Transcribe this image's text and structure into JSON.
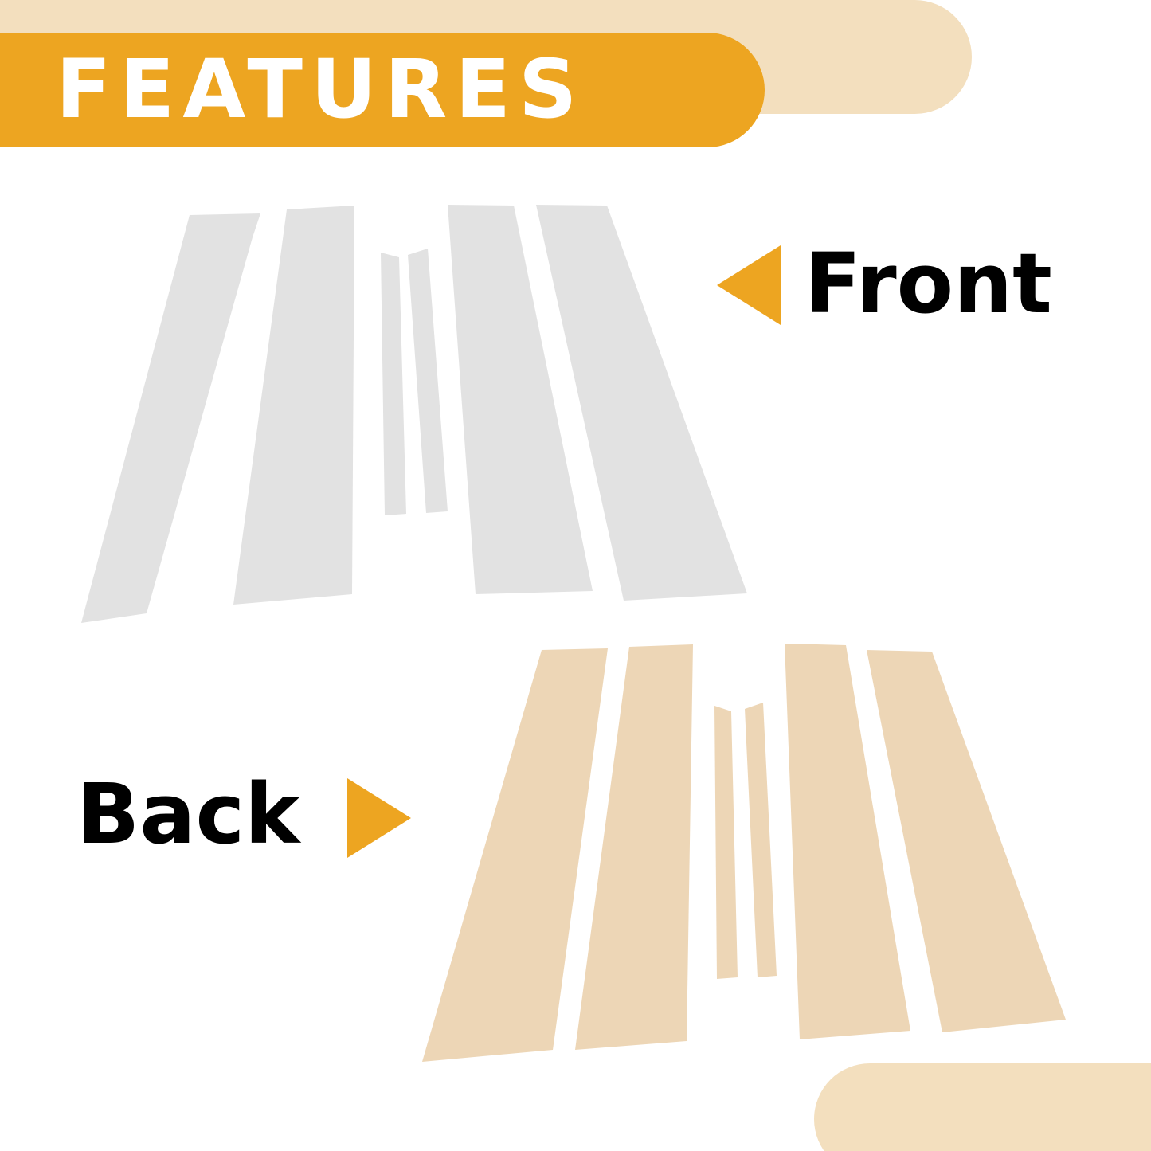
{
  "header": {
    "title": "FEATURES"
  },
  "labels": {
    "front": "Front",
    "back": "Back"
  },
  "icons": {
    "front_arrow": "triangle-left-icon",
    "back_arrow": "triangle-right-icon"
  },
  "colors": {
    "accent": "#EDA521",
    "accent_light": "#F3DFBE",
    "front_strip": "#E2E2E2",
    "back_strip": "#EDD6B6",
    "text": "#000000",
    "background": "#FFFFFF"
  }
}
